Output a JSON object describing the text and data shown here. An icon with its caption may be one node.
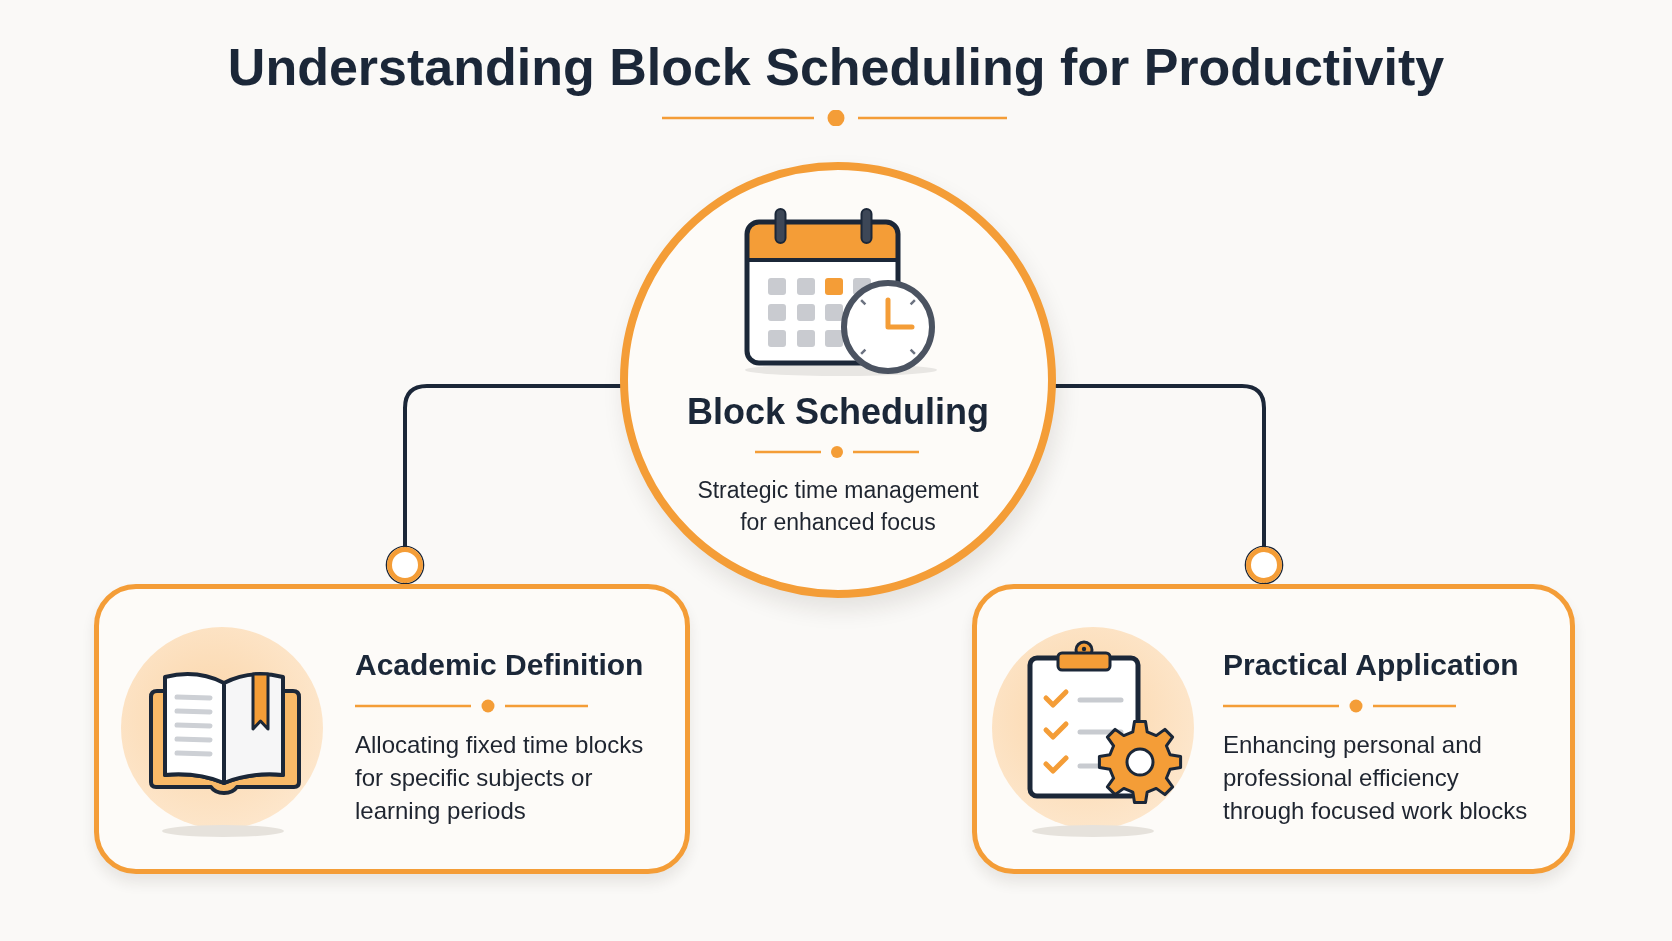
{
  "diagram": {
    "title": "Understanding Block Scheduling for Productivity",
    "nodes": [
      {
        "text": [
          "Block Scheduling",
          "Strategic time management for enhanced focus"
        ]
      },
      {
        "text": [
          "Academic Definition",
          "Allocating fixed time blocks for specific subjects or learning periods"
        ]
      },
      {
        "text": [
          "Practical Application",
          "Enhancing personal and professional efficiency through focused work blocks"
        ]
      }
    ],
    "edges": [
      {
        "from": 0,
        "to": 1,
        "arrow": "other"
      },
      {
        "from": 0,
        "to": 2,
        "arrow": "other"
      }
    ]
  }
}
